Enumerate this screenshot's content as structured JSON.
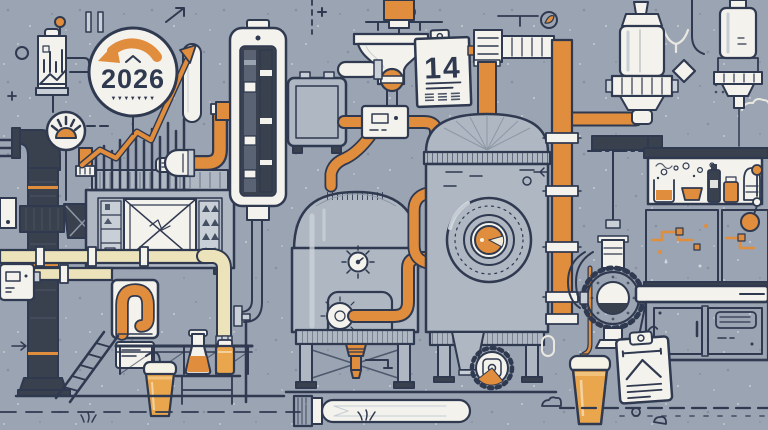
{
  "badge": {
    "year": "2026",
    "ticks": "▼▼▼▼▼▼▼"
  },
  "calendar": {
    "day": "14"
  },
  "palette": {
    "bg": "#9aa4b2",
    "ink": "#2f3950",
    "dark": "#39414e",
    "panel": "#333c49",
    "steel": "#c9cfd6",
    "paper": "#f3f2ec",
    "body": "#aeb7c2",
    "accent": "#e08d3d",
    "amber": "#e9a64d",
    "cream": "#ece3ba",
    "foam": "#f5f2e6"
  },
  "elements": [
    "new-year-2026-badge",
    "chart-document",
    "sunrise-lamp",
    "growth-trend-chart",
    "exhaust-duct",
    "x-brace-mixer",
    "level-gauge-column",
    "heat-exchanger",
    "control-box",
    "hopper-funnel",
    "wall-calendar",
    "mash-tank",
    "brew-kettle-with-porthole",
    "riser-pipe",
    "condenser-columns",
    "lab-cabinet",
    "circuit-panels",
    "gear-sight-valve",
    "work-counter",
    "inspection-clipboard",
    "beer-pint",
    "beer-tumbler",
    "erlenmeyer-flask",
    "sample-jar",
    "discharge-pipe",
    "pump-unit",
    "service-ladder",
    "guard-railing"
  ]
}
